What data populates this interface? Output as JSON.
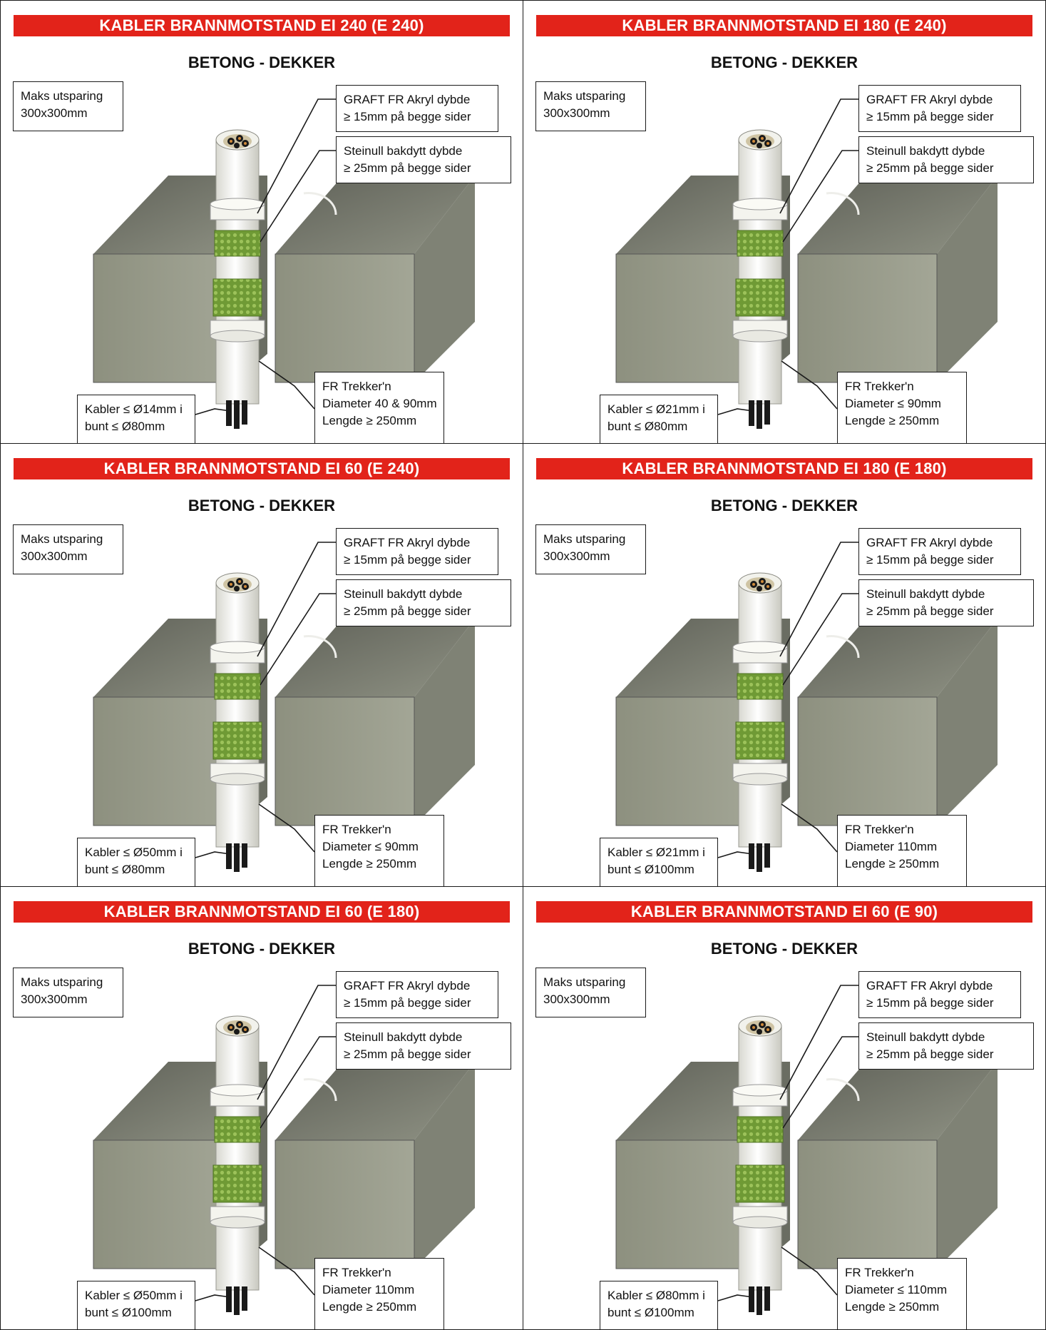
{
  "colors": {
    "title_bar": "#e2231a",
    "concrete": "#9a9e8e",
    "pipe": "#f4f4ef",
    "wrap": "#7fa243"
  },
  "panels": [
    {
      "title": "KABLER BRANNMOTSTAND EI 240 (E 240)",
      "subtitle": "BETONG - DEKKER",
      "maks": [
        "Maks utsparing",
        "300x300mm"
      ],
      "graft": [
        "GRAFT FR Akryl dybde",
        "≥ 15mm på begge sider"
      ],
      "steinull": [
        "Steinull bakdytt dybde",
        "≥ 25mm på begge sider"
      ],
      "fr": [
        "FR Trekker'n",
        "Diameter 40 & 90mm",
        "Lengde ≥ 250mm"
      ],
      "kabler": [
        "Kabler ≤ Ø14mm i",
        "bunt ≤ Ø80mm"
      ]
    },
    {
      "title": "KABLER BRANNMOTSTAND EI 180 (E 240)",
      "subtitle": "BETONG - DEKKER",
      "maks": [
        "Maks utsparing",
        "300x300mm"
      ],
      "graft": [
        "GRAFT FR Akryl dybde",
        "≥ 15mm på begge sider"
      ],
      "steinull": [
        "Steinull bakdytt dybde",
        "≥ 25mm på begge sider"
      ],
      "fr": [
        "FR Trekker'n",
        "Diameter ≤ 90mm",
        "Lengde ≥ 250mm"
      ],
      "kabler": [
        "Kabler ≤ Ø21mm i",
        "bunt ≤ Ø80mm"
      ]
    },
    {
      "title": "KABLER BRANNMOTSTAND EI 60 (E 240)",
      "subtitle": "BETONG - DEKKER",
      "maks": [
        "Maks utsparing",
        "300x300mm"
      ],
      "graft": [
        "GRAFT FR Akryl dybde",
        "≥ 15mm på begge sider"
      ],
      "steinull": [
        "Steinull bakdytt dybde",
        "≥ 25mm på begge sider"
      ],
      "fr": [
        "FR Trekker'n",
        "Diameter ≤ 90mm",
        "Lengde ≥ 250mm"
      ],
      "kabler": [
        "Kabler ≤ Ø50mm i",
        "bunt ≤ Ø80mm"
      ]
    },
    {
      "title": "KABLER BRANNMOTSTAND EI 180 (E 180)",
      "subtitle": "BETONG - DEKKER",
      "maks": [
        "Maks utsparing",
        "300x300mm"
      ],
      "graft": [
        "GRAFT FR Akryl dybde",
        "≥ 15mm på begge sider"
      ],
      "steinull": [
        "Steinull bakdytt dybde",
        "≥ 25mm på begge sider"
      ],
      "fr": [
        "FR Trekker'n",
        "Diameter 110mm",
        "Lengde ≥ 250mm"
      ],
      "kabler": [
        "Kabler ≤ Ø21mm i",
        "bunt ≤ Ø100mm"
      ]
    },
    {
      "title": "KABLER BRANNMOTSTAND EI 60 (E 180)",
      "subtitle": "BETONG - DEKKER",
      "maks": [
        "Maks utsparing",
        "300x300mm"
      ],
      "graft": [
        "GRAFT FR Akryl dybde",
        "≥ 15mm på begge sider"
      ],
      "steinull": [
        "Steinull bakdytt dybde",
        "≥ 25mm på begge sider"
      ],
      "fr": [
        "FR Trekker'n",
        "Diameter 110mm",
        "Lengde ≥ 250mm"
      ],
      "kabler": [
        "Kabler ≤ Ø50mm i",
        "bunt ≤ Ø100mm"
      ]
    },
    {
      "title": "KABLER BRANNMOTSTAND EI 60 (E 90)",
      "subtitle": "BETONG - DEKKER",
      "maks": [
        "Maks utsparing",
        "300x300mm"
      ],
      "graft": [
        "GRAFT FR Akryl dybde",
        "≥ 15mm på begge sider"
      ],
      "steinull": [
        "Steinull bakdytt dybde",
        "≥ 25mm på begge sider"
      ],
      "fr": [
        "FR Trekker'n",
        "Diameter ≤ 110mm",
        "Lengde ≥ 250mm"
      ],
      "kabler": [
        "Kabler ≤ Ø80mm i",
        "bunt ≤ Ø100mm"
      ]
    }
  ]
}
